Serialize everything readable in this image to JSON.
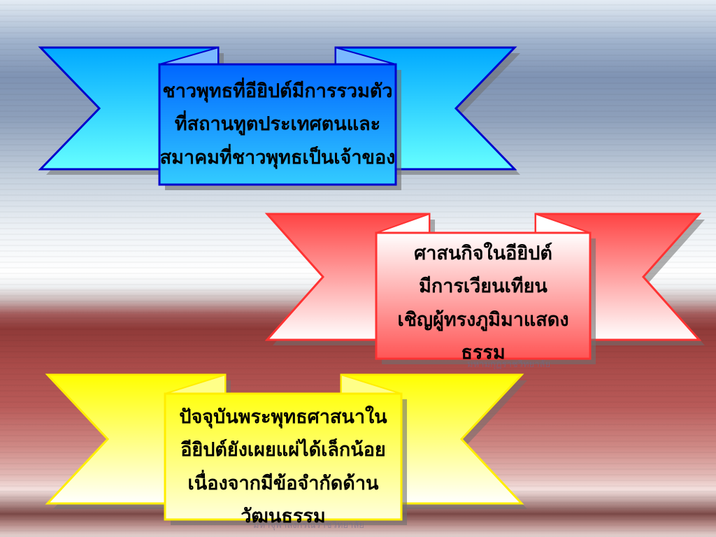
{
  "banners": [
    {
      "id": "blue",
      "lines": [
        "ชาวพุทธที่อียิปต์มีการรวมตัว",
        "ที่สถานทูตประเทศตนและ",
        "สมาคมที่ชาวพุทธเป็นเจ้าของ"
      ],
      "colors": {
        "top": "#00b0ff",
        "bottom": "#66ffff",
        "box_top": "#0066ff",
        "box_bottom": "#33ccff",
        "border": "#0000cc"
      }
    },
    {
      "id": "red",
      "lines": [
        "ศาสนกิจในอียิปต์",
        "มีการเวียนเทียน",
        "เชิญผู้ทรงภูมิมาแสดง",
        "ธรรม"
      ],
      "colors": {
        "top": "#ff4a4a",
        "bottom": "#ffffff",
        "box_top": "#ffffff",
        "box_bottom": "#ff5555",
        "border": "#ff3333"
      }
    },
    {
      "id": "yellow",
      "lines": [
        "ปัจจุบันพระพุทธศาสนาใน",
        "อียิปต์ยังเผยแผ่ได้เล็กน้อย",
        "เนื่องจากมีข้อจำกัดด้าน",
        "วัฒนธรรม"
      ],
      "colors": {
        "top": "#ffff00",
        "bottom": "#ffffff",
        "box_top": "#ffff22",
        "box_bottom": "#ffffcc",
        "border": "#ffee00"
      }
    }
  ],
  "watermarks": [
    "มหามกุฏราชวิทยาลัย",
    "มหาจุฬาลงกรณราชวิทยาลัย"
  ]
}
